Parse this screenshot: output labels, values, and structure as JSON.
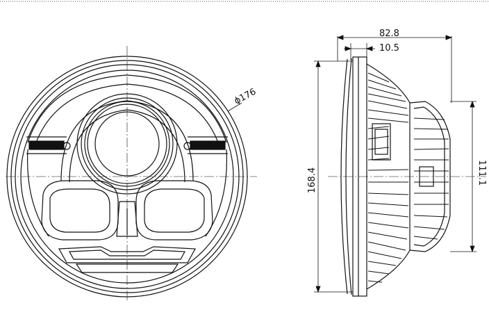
{
  "dimensions": {
    "front_diameter": "ϕ176",
    "overall_depth": "82.8",
    "flange_depth": "10.5",
    "height_overall": "168.4",
    "height_body": "111.1"
  }
}
